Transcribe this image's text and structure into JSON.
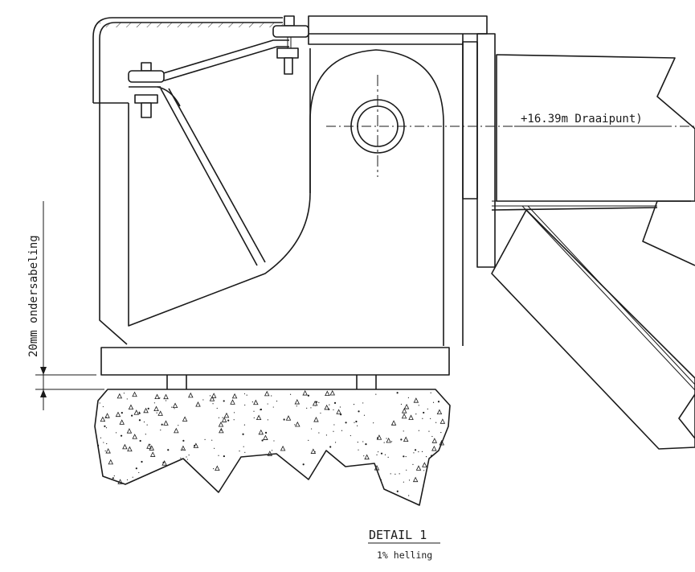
{
  "annotations": {
    "pivot_label": "+16.39m Draaipunt)",
    "grout_label": "20mm ondersabeling",
    "detail_title": "DETAIL 1",
    "slope_label": "1% helling"
  }
}
